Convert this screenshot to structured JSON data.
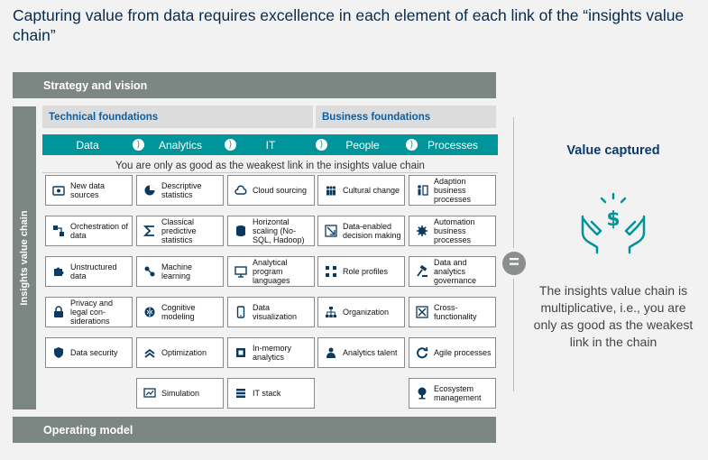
{
  "title": "Capturing value from data requires excellence in each element of each link of the “insights value chain”",
  "strategy_bar": "Strategy and vision",
  "operating_bar": "Operating model",
  "side_label": "Insights value chain",
  "technical_foundations": "Technical foundations",
  "business_foundations": "Business foundations",
  "tabs": [
    "Data",
    "Analytics",
    "IT",
    "People",
    "Processes"
  ],
  "weakest_link": "You are only as good as the weakest link in the insights value chain",
  "columns": [
    [
      {
        "label": "New data sources",
        "icon": "new-data-sources-icon"
      },
      {
        "label": "Orchestration of data",
        "icon": "orchestration-icon"
      },
      {
        "label": "Unstructured data",
        "icon": "puzzle-icon"
      },
      {
        "label": "Privacy and legal con-siderations",
        "icon": "lock-icon"
      },
      {
        "label": "Data security",
        "icon": "shield-icon"
      }
    ],
    [
      {
        "label": "Descriptive statistics",
        "icon": "pie-chart-icon"
      },
      {
        "label": "Classical predictive statistics",
        "icon": "sigma-icon"
      },
      {
        "label": "Machine learning",
        "icon": "machine-learning-icon"
      },
      {
        "label": "Cognitive modeling",
        "icon": "brain-icon"
      },
      {
        "label": "Optimization",
        "icon": "optimization-icon"
      },
      {
        "label": "Simulation",
        "icon": "simulation-icon"
      }
    ],
    [
      {
        "label": "Cloud sourcing",
        "icon": "cloud-icon"
      },
      {
        "label": "Horizontal scaling (No-SQL, Hadoop)",
        "icon": "database-icon"
      },
      {
        "label": "Analytical program languages",
        "icon": "monitor-icon"
      },
      {
        "label": "Data visualization",
        "icon": "phone-icon"
      },
      {
        "label": "In-memory analytics",
        "icon": "memory-icon"
      },
      {
        "label": "IT stack",
        "icon": "stack-icon"
      }
    ],
    [
      {
        "label": "Cultural change",
        "icon": "people-icon"
      },
      {
        "label": "Data-enabled decision making",
        "icon": "decision-icon"
      },
      {
        "label": "Role profiles",
        "icon": "org-nodes-icon"
      },
      {
        "label": "Organization",
        "icon": "org-chart-icon"
      },
      {
        "label": "Analytics talent",
        "icon": "talent-icon"
      }
    ],
    [
      {
        "label": "Adaption business processes",
        "icon": "adaption-icon"
      },
      {
        "label": "Automation business processes",
        "icon": "gear-icon"
      },
      {
        "label": "Data and analytics governance",
        "icon": "gavel-icon"
      },
      {
        "label": "Cross-functionality",
        "icon": "cross-arrows-icon"
      },
      {
        "label": "Agile processes",
        "icon": "cycle-icon"
      },
      {
        "label": "Ecosystem management",
        "icon": "tree-icon"
      }
    ]
  ],
  "equals_symbol": "=",
  "value_captured_title": "Value captured",
  "value_captured_text": "The insights value chain is multiplicative, i.e., you are only as good as the weakest link in the chain",
  "value_icon": "hands-money-icon",
  "colors": {
    "teal": "#00959a",
    "grey_bar": "#7c8783",
    "navy": "#0b3a6b",
    "blue_text": "#0a5ea6"
  }
}
